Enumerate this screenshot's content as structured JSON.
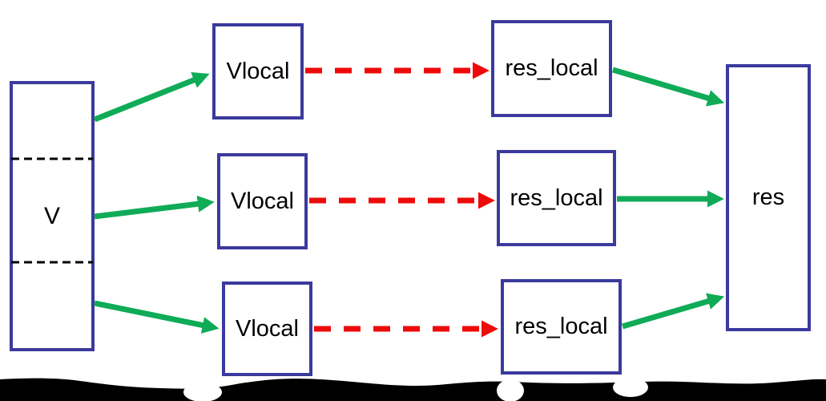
{
  "diagram": {
    "source": {
      "label": "V"
    },
    "locals": [
      {
        "label": "Vlocal"
      },
      {
        "label": "Vlocal"
      },
      {
        "label": "Vlocal"
      }
    ],
    "results": [
      {
        "label": "res_local"
      },
      {
        "label": "res_local"
      },
      {
        "label": "res_local"
      }
    ],
    "sink": {
      "label": "res"
    }
  },
  "colors": {
    "box_border": "#3b3a9d",
    "green_arrow": "#0fab57",
    "red_arrow": "#ee0a0a",
    "divider": "#000000",
    "band": "#000000",
    "notch": "#ffffff"
  }
}
